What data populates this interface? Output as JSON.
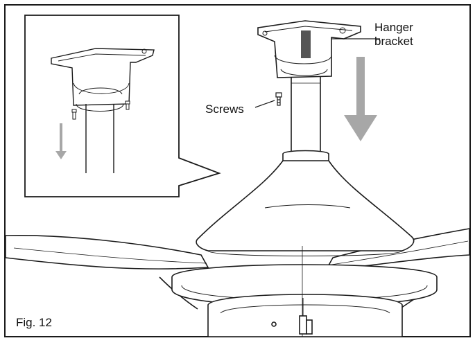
{
  "labels": {
    "hanger_line1": "Hanger",
    "hanger_line2": "bracket",
    "screws": "Screws",
    "figure": "Fig. 12"
  },
  "colors": {
    "line": "#1a1a1a",
    "arrow_fill": "#a7a7a7",
    "background": "#ffffff"
  },
  "icons": {
    "arrow": "down-arrow-icon",
    "screw": "screw-icon"
  }
}
